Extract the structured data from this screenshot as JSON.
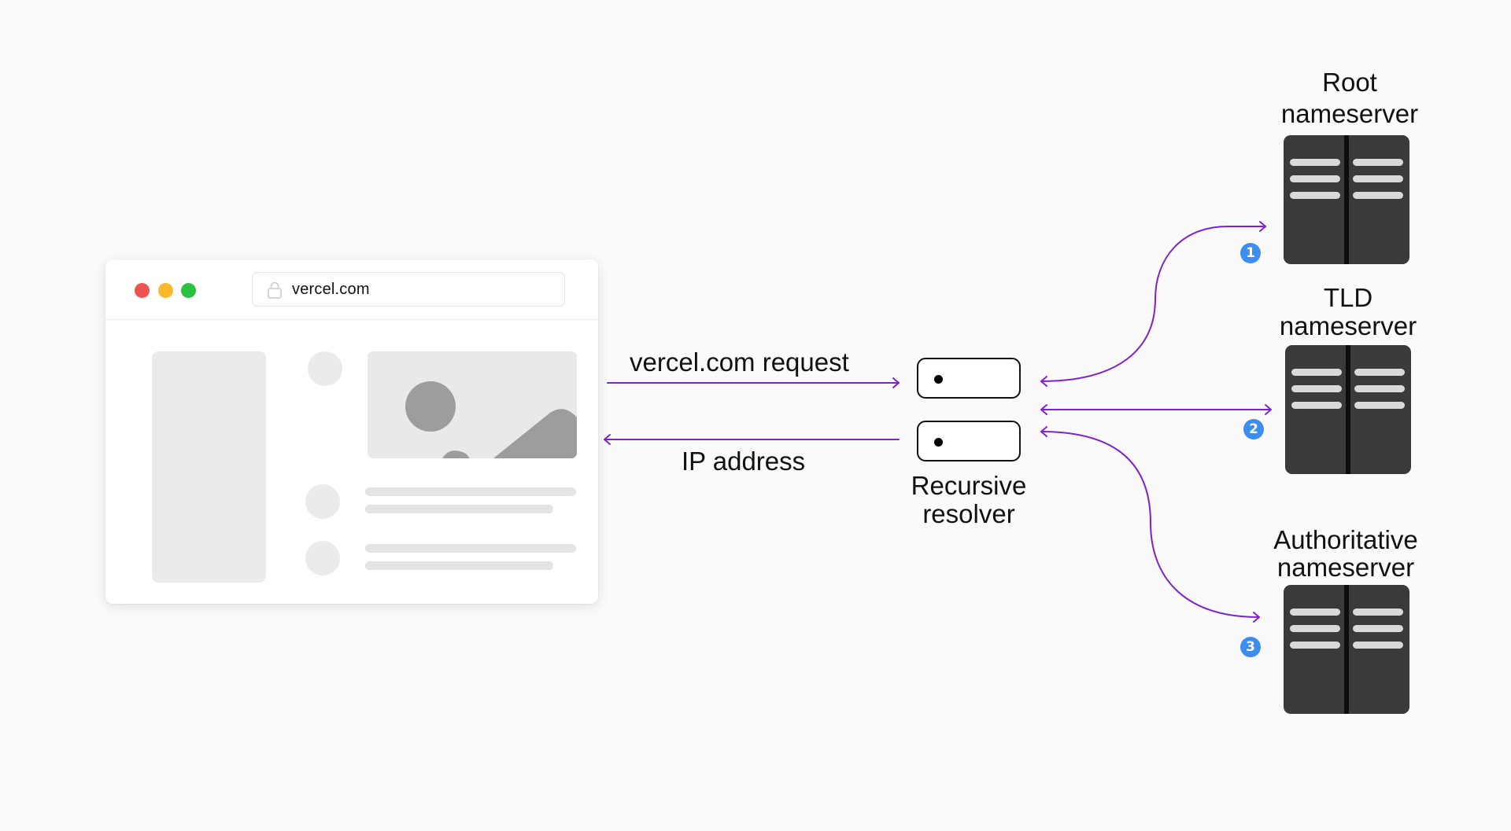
{
  "browser": {
    "address": "vercel.com"
  },
  "flow": {
    "request_label": "vercel.com request",
    "response_label": "IP address"
  },
  "resolver": {
    "label_line1": "Recursive",
    "label_line2": "resolver"
  },
  "nameservers": [
    {
      "label_line1": "Root",
      "label_line2": "nameserver",
      "step": "1"
    },
    {
      "label_line1": "TLD",
      "label_line2": "nameserver",
      "step": "2"
    },
    {
      "label_line1": "Authoritative",
      "label_line2": "nameserver",
      "step": "3"
    }
  ],
  "colors": {
    "arrow": "#7e22ce",
    "badge": "#3b8ef0",
    "server": "#3a3a3a",
    "background": "#fafafa"
  }
}
